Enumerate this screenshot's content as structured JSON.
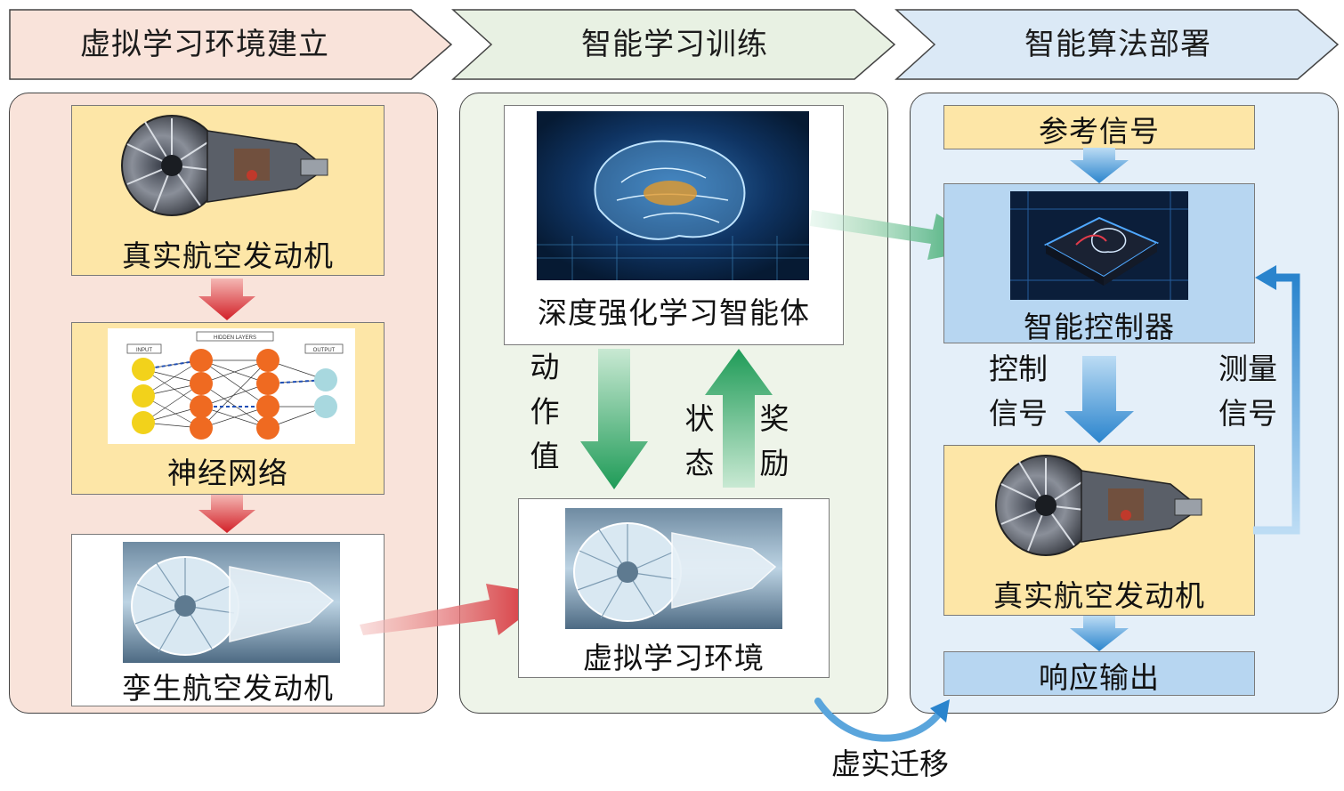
{
  "stages": [
    {
      "label": "虚拟学习环境建立",
      "color": "#f9e3da"
    },
    {
      "label": "智能学习训练",
      "color": "#e8f1e3"
    },
    {
      "label": "智能算法部署",
      "color": "#dbe9f6"
    }
  ],
  "left_panel": {
    "real_engine_label": "真实航空发动机",
    "nn_label": "神经网络",
    "nn_labels": {
      "input": "INPUT",
      "hidden": "HIDDEN LAYERS",
      "output": "OUTPUT"
    },
    "twin_label": "孪生航空发动机"
  },
  "middle_panel": {
    "agent_label": "深度强化学习智能体",
    "env_label": "虚拟学习环境",
    "action_chars": [
      "动",
      "作",
      "值"
    ],
    "state_chars": [
      "状",
      "态"
    ],
    "reward_chars": [
      "奖",
      "励"
    ]
  },
  "right_panel": {
    "reference_label": "参考信号",
    "controller_label": "智能控制器",
    "control_signal": [
      "控制",
      "信号"
    ],
    "measure_signal": [
      "测量",
      "信号"
    ],
    "real_engine_label": "真实航空发动机",
    "output_label": "响应输出"
  },
  "transfer_label": "虚实迁移",
  "colors": {
    "yellow_box": "#fde6a7",
    "blue_box": "#b7d6f1",
    "red_arrow": "#d8252b",
    "green_arrow": "#2a9d5c",
    "blue_arrow": "#2d86cf"
  }
}
